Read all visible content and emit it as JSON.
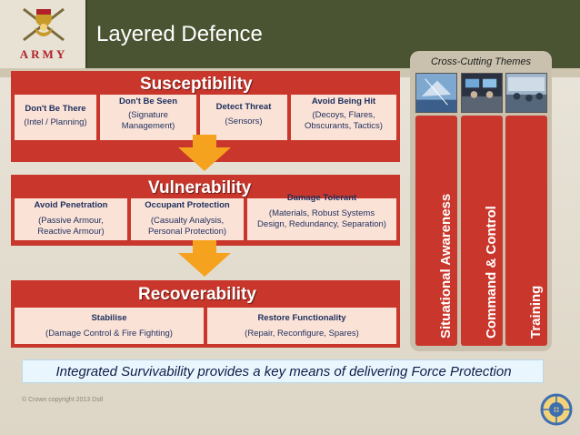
{
  "header": {
    "title": "Layered Defence",
    "logo_text": "ARMY"
  },
  "susceptibility": {
    "title": "Susceptibility",
    "cells": [
      {
        "heading": "Don't Be There",
        "detail": "(Intel / Planning)"
      },
      {
        "heading": "Don't Be Seen",
        "detail": "(Signature Management)"
      },
      {
        "heading": "Detect Threat",
        "detail": "(Sensors)"
      },
      {
        "heading": "Avoid Being Hit",
        "detail": "(Decoys, Flares, Obscurants, Tactics)"
      }
    ]
  },
  "vulnerability": {
    "title": "Vulnerability",
    "cells": [
      {
        "heading": "Avoid Penetration",
        "detail": "(Passive Armour, Reactive Armour)"
      },
      {
        "heading": "Occupant Protection",
        "detail": "(Casualty Analysis, Personal Protection)"
      },
      {
        "heading": "Damage Tolerant",
        "detail": "(Materials, Robust Systems Design, Redundancy, Separation)"
      }
    ]
  },
  "recoverability": {
    "title": "Recoverability",
    "cells": [
      {
        "heading": "Stabilise",
        "detail": "(Damage Control & Fire Fighting)"
      },
      {
        "heading": "Restore Functionality",
        "detail": "(Repair, Reconfigure, Spares)"
      }
    ]
  },
  "themes": {
    "label": "Cross-Cutting Themes",
    "pillars": [
      "Situational Awareness",
      "Command & Control",
      "Training"
    ]
  },
  "banner": "Integrated Survivability provides a key means of delivering Force Protection",
  "copyright": "© Crown copyright 2013 Dstl",
  "colors": {
    "header": "#4a5432",
    "band": "#c9372c",
    "cell": "#fbe2d6",
    "arrow": "#f5a21e",
    "banner": "#eaf6fd"
  }
}
